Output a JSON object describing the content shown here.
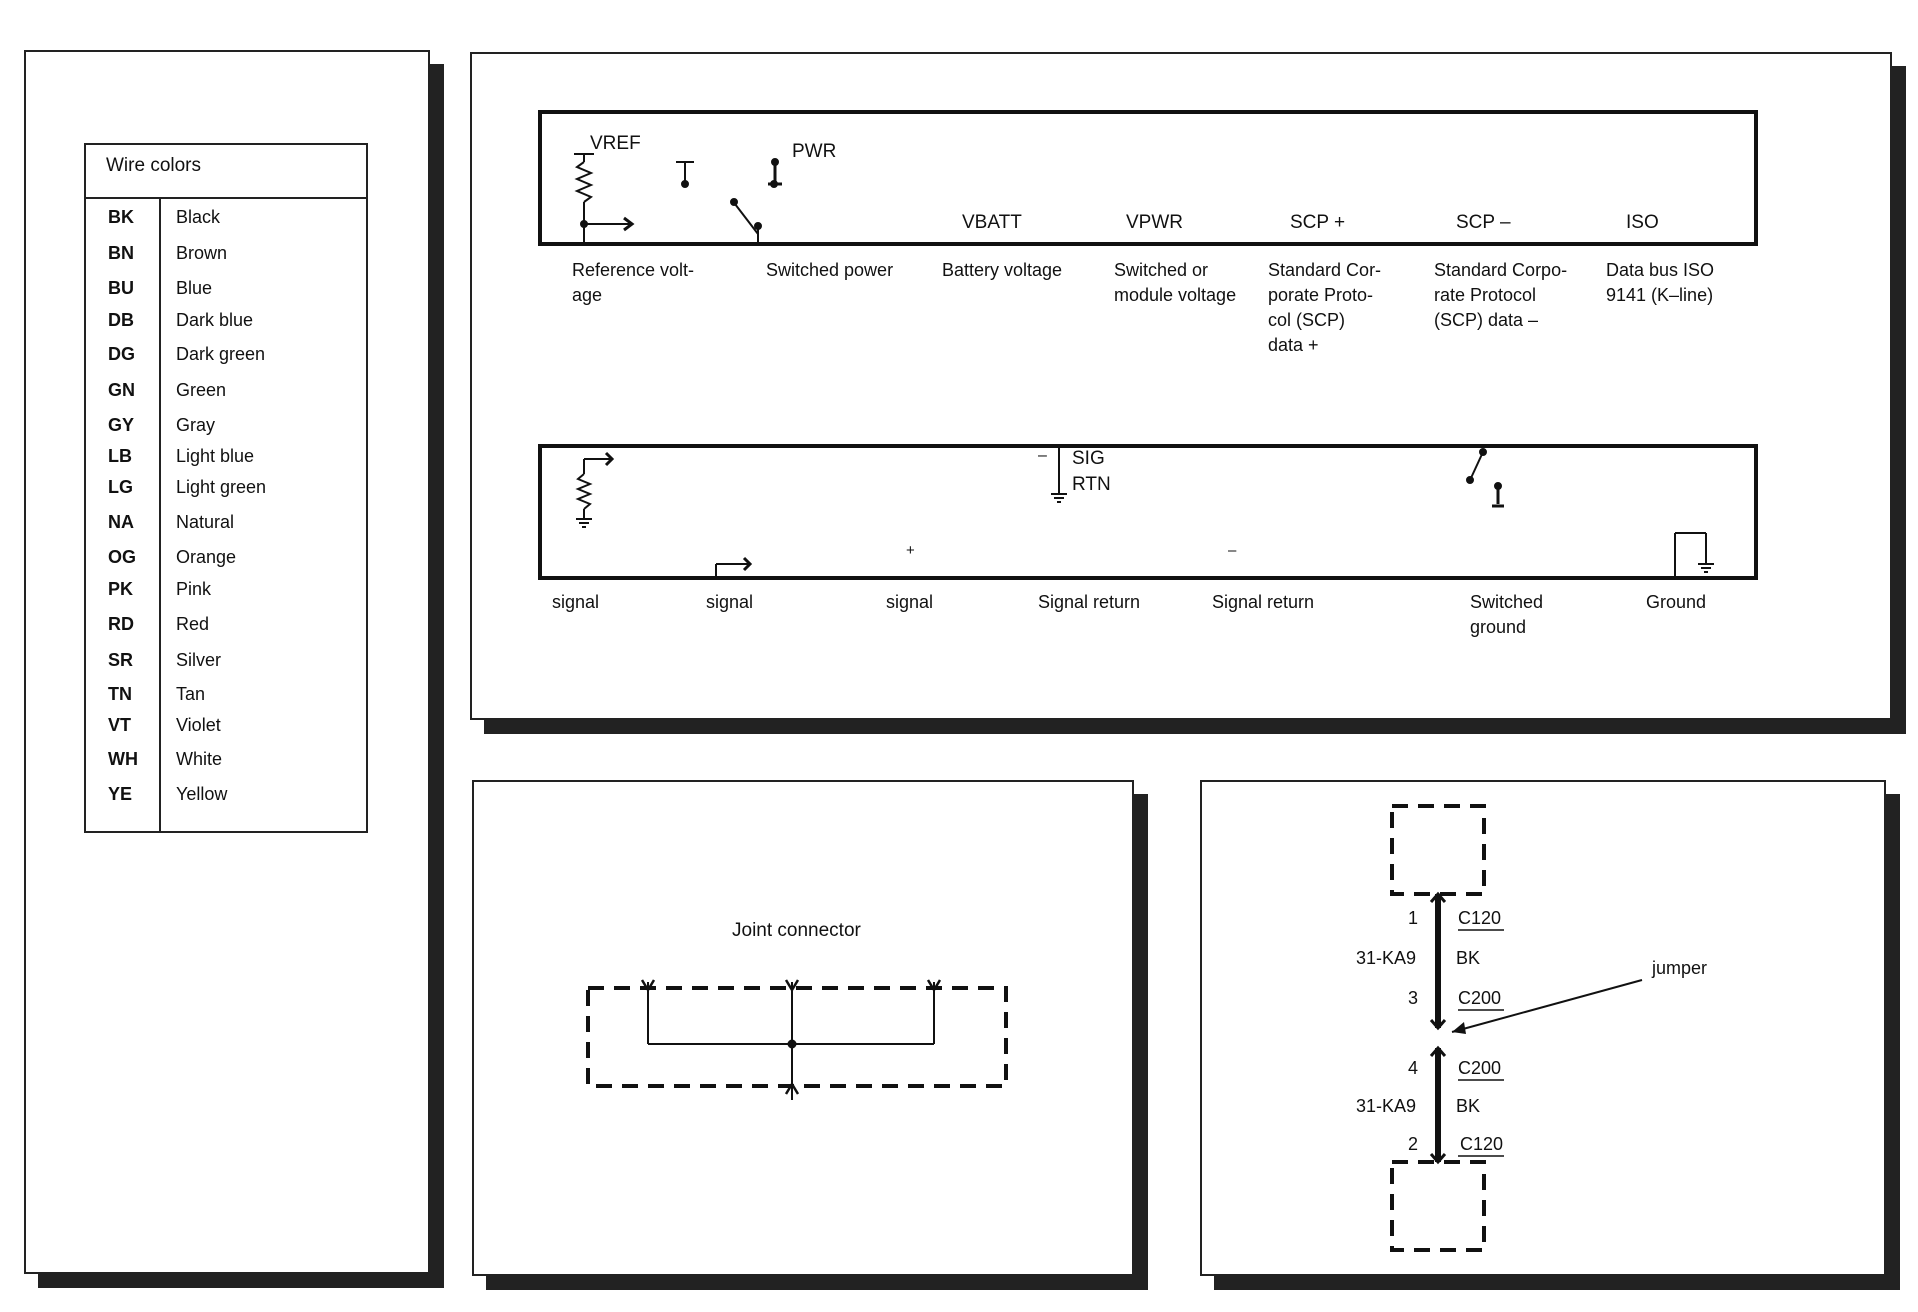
{
  "legend": {
    "title": "Wire colors",
    "rows": [
      {
        "code": "BK",
        "name": "Black"
      },
      {
        "code": "BN",
        "name": "Brown"
      },
      {
        "code": "BU",
        "name": "Blue"
      },
      {
        "code": "DB",
        "name": "Dark blue"
      },
      {
        "code": "DG",
        "name": "Dark green"
      },
      {
        "code": "GN",
        "name": "Green"
      },
      {
        "code": "GY",
        "name": "Gray"
      },
      {
        "code": "LB",
        "name": "Light blue"
      },
      {
        "code": "LG",
        "name": "Light green"
      },
      {
        "code": "NA",
        "name": "Natural"
      },
      {
        "code": "OG",
        "name": "Orange"
      },
      {
        "code": "PK",
        "name": "Pink"
      },
      {
        "code": "RD",
        "name": "Red"
      },
      {
        "code": "SR",
        "name": "Silver"
      },
      {
        "code": "TN",
        "name": "Tan"
      },
      {
        "code": "VT",
        "name": "Violet"
      },
      {
        "code": "WH",
        "name": "White"
      },
      {
        "code": "YE",
        "name": "Yellow"
      }
    ]
  },
  "symbols": {
    "top_row": {
      "vref_label": "VREF",
      "pwr_label": "PWR",
      "vbatt_label": "VBATT",
      "vpwr_label": "VPWR",
      "scp_plus_label": "SCP +",
      "scp_minus_label": "SCP –",
      "iso_label": "ISO",
      "captions": [
        "Reference volt-\nage",
        "Switched power",
        "Battery voltage",
        "Switched or\nmodule voltage",
        "Standard Cor-\nporate Proto-\ncol (SCP)\ndata +",
        "Standard Corpo-\nrate Protocol\n(SCP) data –",
        "Data bus ISO\n9141 (K–line)"
      ]
    },
    "bottom_row": {
      "sig_label": "SIG",
      "rtn_label": "RTN",
      "minus_mark": "–",
      "plus_mark": "+",
      "minus_mark_2": "–",
      "captions": [
        "signal",
        "signal",
        "signal",
        "Signal return",
        "Signal return",
        "Switched\nground",
        "Ground"
      ]
    }
  },
  "joint_connector": {
    "title": "Joint connector"
  },
  "jumper_diagram": {
    "pin_top": "1",
    "connector_top": "C120",
    "circuit_top": "31-KA9",
    "color_top": "BK",
    "pin_mid_top": "3",
    "connector_mid_top": "C200",
    "jumper_label": "jumper",
    "pin_mid_bottom": "4",
    "connector_mid_bottom": "C200",
    "circuit_bottom": "31-KA9",
    "color_bottom": "BK",
    "pin_bottom": "2",
    "connector_bottom": "C120"
  }
}
